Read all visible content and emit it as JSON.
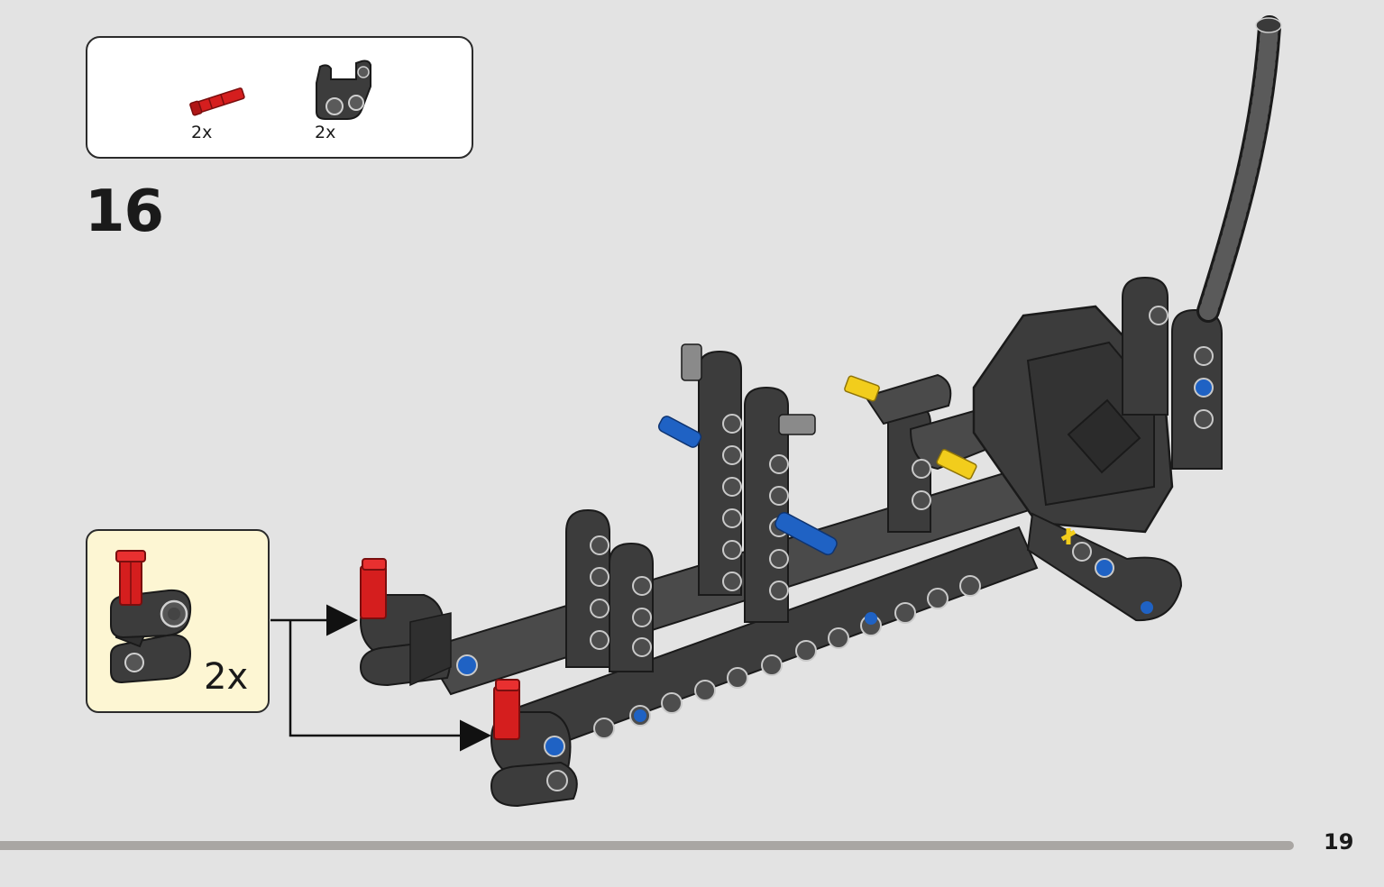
{
  "colors": {
    "background": "#e3e3e3",
    "parts_box_bg": "#ffffff",
    "subassembly_bg": "#fdf6d3",
    "beam_dark": "#3c3c3c",
    "pin_red": "#d51e1e",
    "pin_blue": "#1f62c4",
    "axle_yellow": "#f2cd1c",
    "progress_bar": "#a9a6a3"
  },
  "parts_list": [
    {
      "icon": "red-axle-pin-icon",
      "quantity": "2x"
    },
    {
      "icon": "black-angle-connector-icon",
      "quantity": "2x"
    }
  ],
  "step": {
    "number": "16"
  },
  "subassembly": {
    "quantity": "2x"
  },
  "page": {
    "number": "19"
  }
}
